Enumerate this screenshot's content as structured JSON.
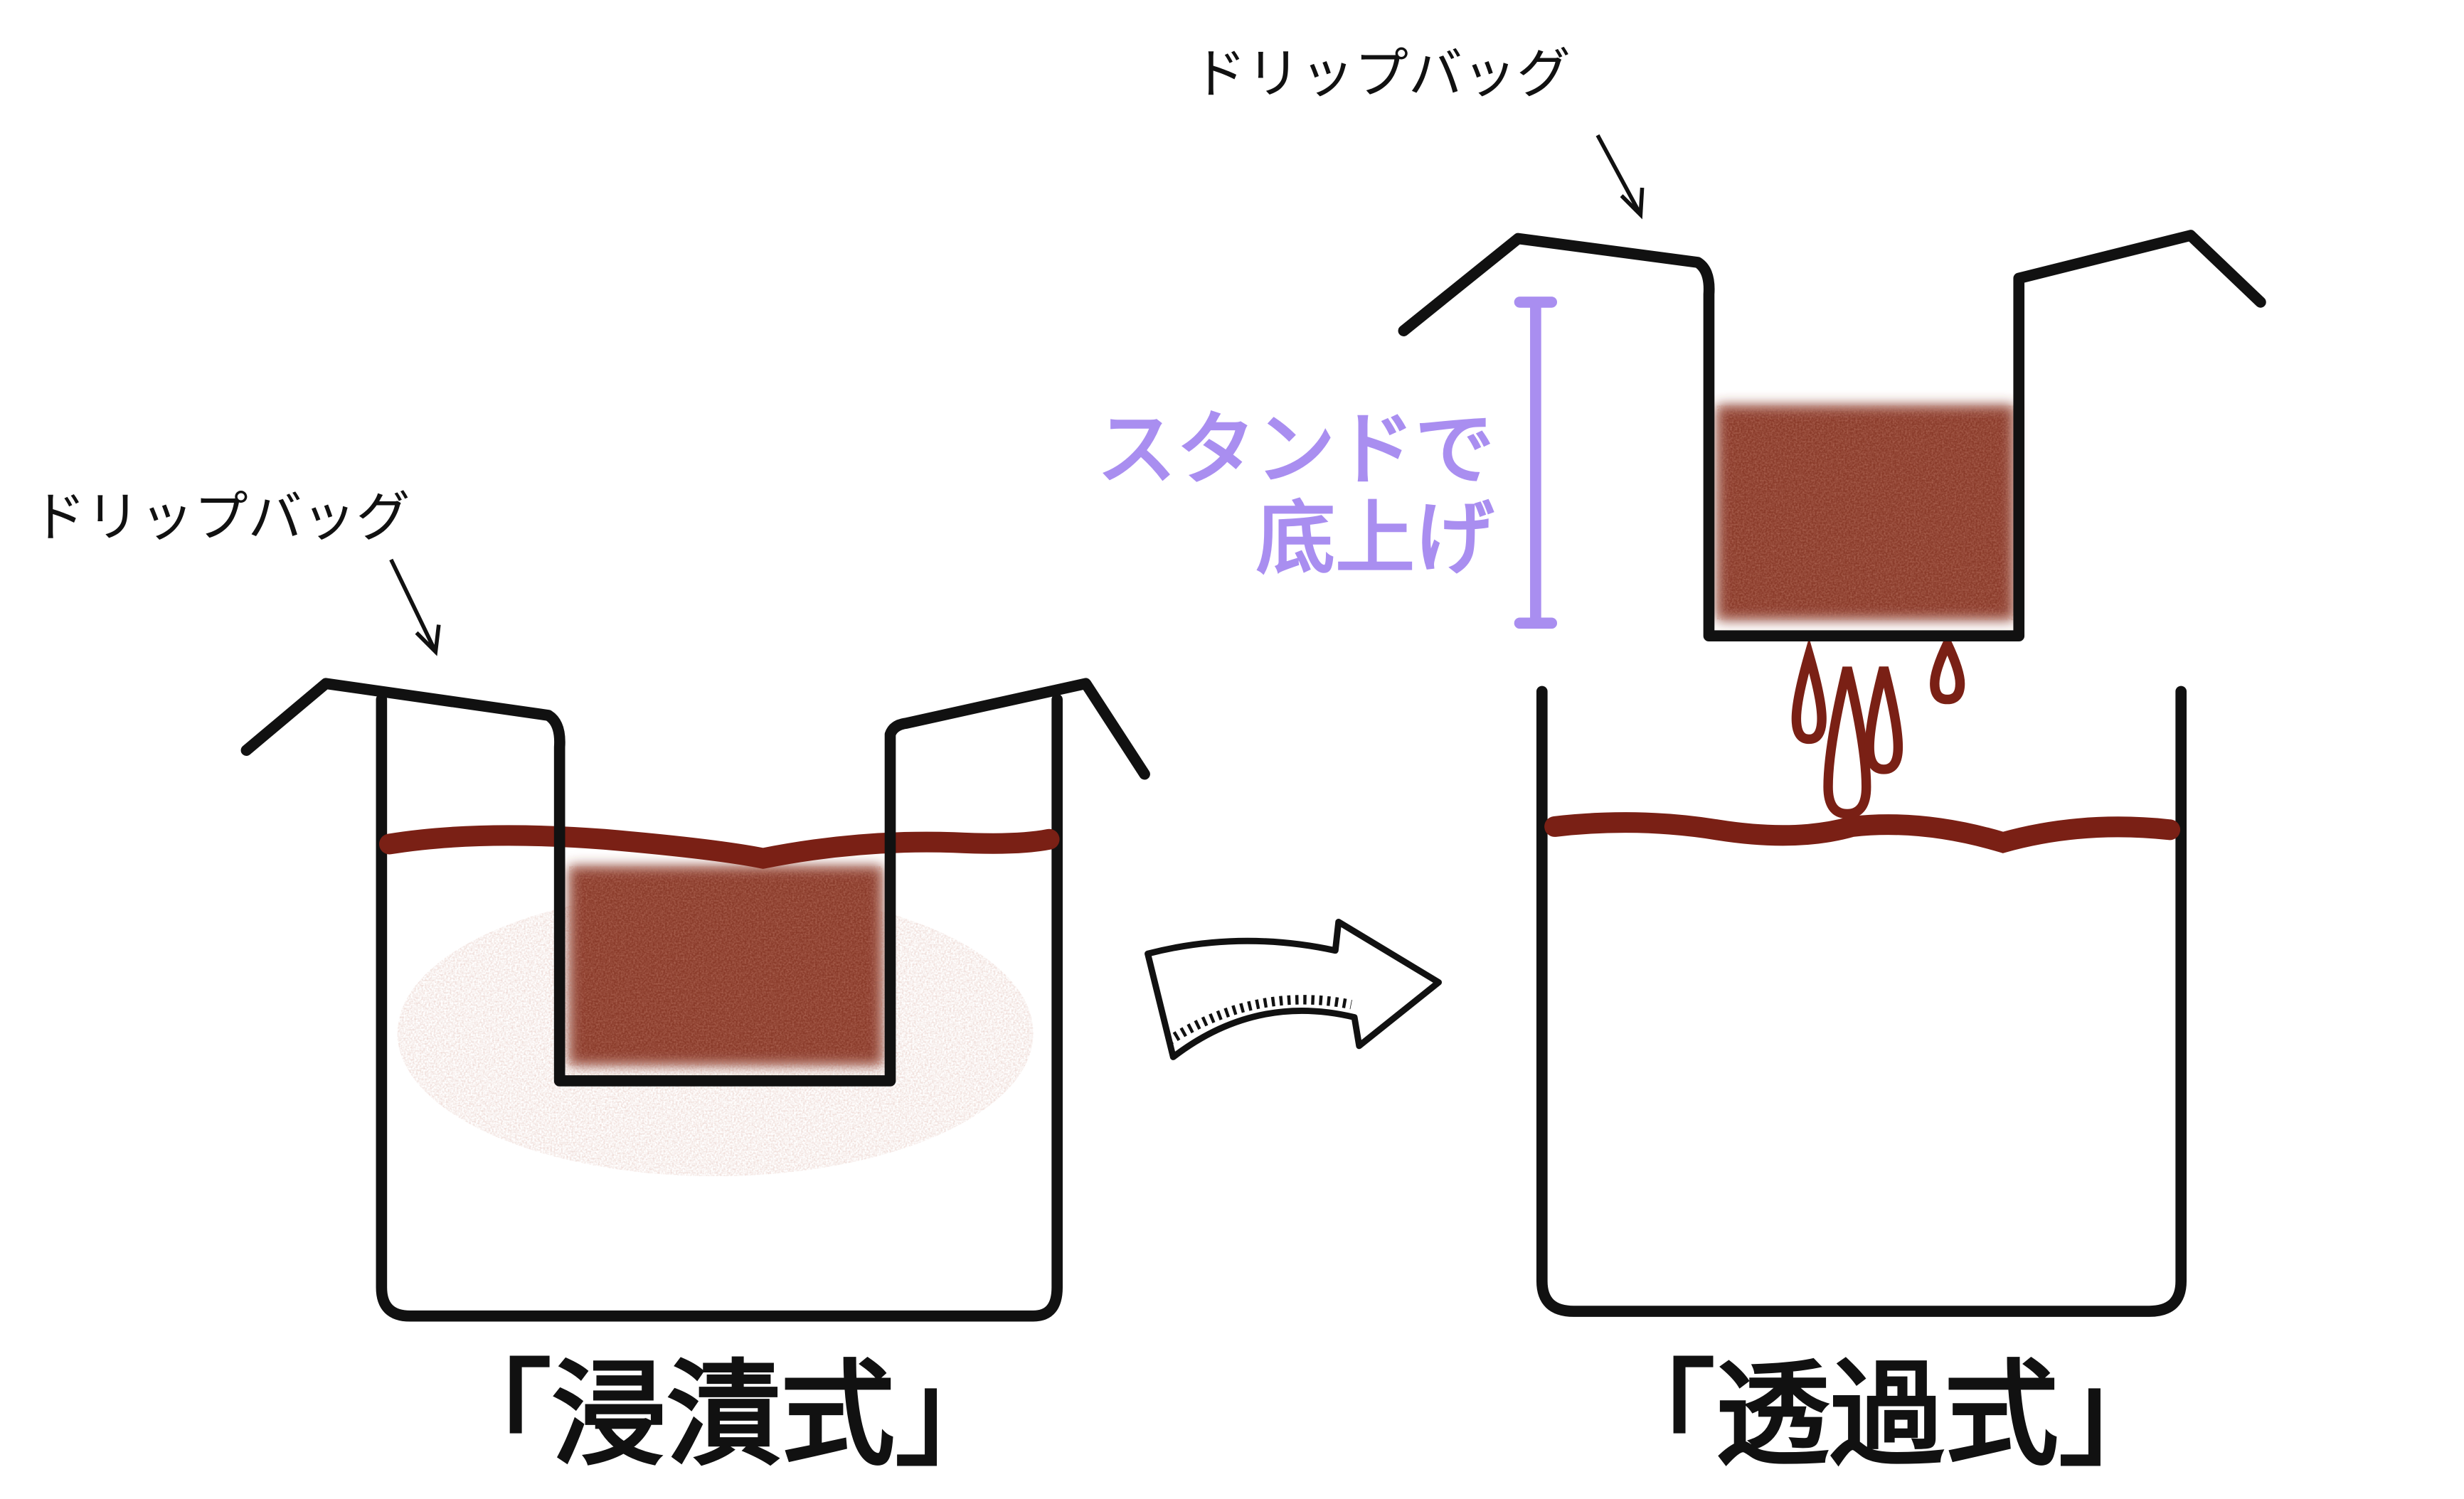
{
  "labels": {
    "drip_bag_left": "ドリップバッグ",
    "drip_bag_right": "ドリップバッグ",
    "stand_line1": "スタンドで",
    "stand_line2": "底上げ",
    "method_left": "「浸漬式」",
    "method_right": "「透過式」"
  },
  "colors": {
    "outline": "#111111",
    "coffee": "#7a2015",
    "grounds": "#8a3a2a",
    "accent_purple": "#a98ef0"
  },
  "icons": [
    "curved-arrow-icon",
    "pointer-arrow-icon"
  ]
}
